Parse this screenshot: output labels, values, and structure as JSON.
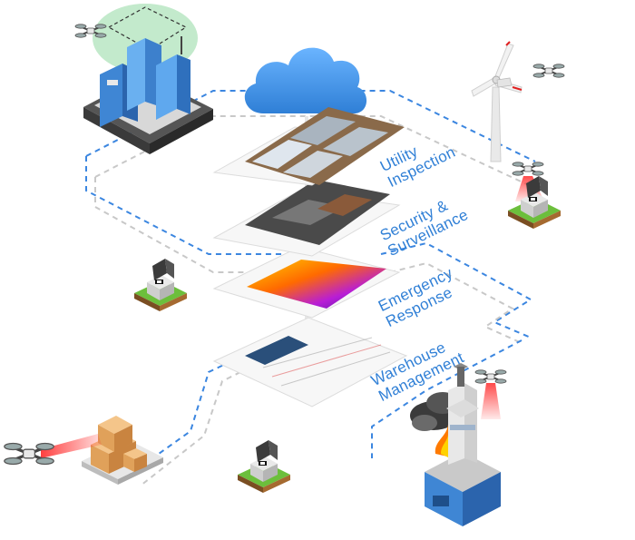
{
  "layers": [
    {
      "line1": "Utility",
      "line2": "Inspection"
    },
    {
      "line1": "Security &",
      "line2": "Surveillance"
    },
    {
      "line1": "Emergency",
      "line2": "Response"
    },
    {
      "line1": "Warehouse",
      "line2": "Management"
    }
  ],
  "icons": {
    "cloud": "cloud-icon",
    "building": "office-building-icon",
    "turbine": "wind-turbine-icon",
    "dock": "drone-dock-icon",
    "warehouse": "cargo-boxes-icon",
    "plant": "industrial-plant-icon",
    "drone": "quadcopter-drone-icon"
  },
  "colors": {
    "accent": "#2f7fd6",
    "dashed_blue": "#3b86e0",
    "dashed_gray": "#c8c8c8",
    "grass": "#6cbf3c",
    "soil": "#8a5a2b",
    "laser": "#e02020",
    "thermal": "#ff6a00"
  }
}
